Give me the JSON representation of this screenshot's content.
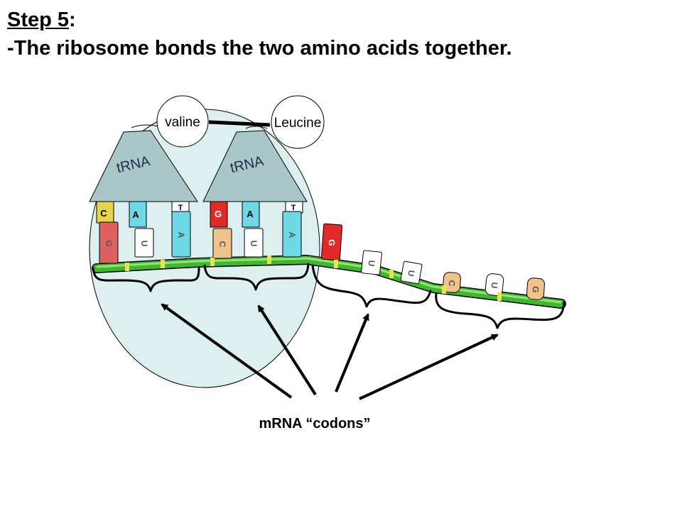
{
  "heading": {
    "step_label": "Step 5",
    "colon": ":",
    "line2": "-The ribosome bonds the two amino acids together."
  },
  "amino_acids": [
    "valine",
    "Leucine"
  ],
  "trna": [
    {
      "label": "tRNA",
      "anticodon": [
        "C",
        "A",
        "T"
      ],
      "colors": [
        "#e8d44a",
        "#6ed8e6",
        "#ffffff"
      ]
    },
    {
      "label": "tRNA",
      "anticodon": [
        "G",
        "A",
        "T"
      ],
      "colors": [
        "#e02a2a",
        "#6ed8e6",
        "#ffffff"
      ]
    }
  ],
  "mrna_bases": [
    [
      "G",
      "U",
      "A"
    ],
    [
      "C",
      "U",
      "A"
    ],
    [
      "G",
      "U",
      "U"
    ],
    [
      "C",
      "U",
      "G"
    ]
  ],
  "caption": "mRNA “codons”",
  "colors": {
    "ribosome": "#deefef",
    "trna_body": "#a9c7c8",
    "mrna": "#3fb82f",
    "mrna_band": "#e8e44a",
    "base_peach": "#f0c38a"
  }
}
